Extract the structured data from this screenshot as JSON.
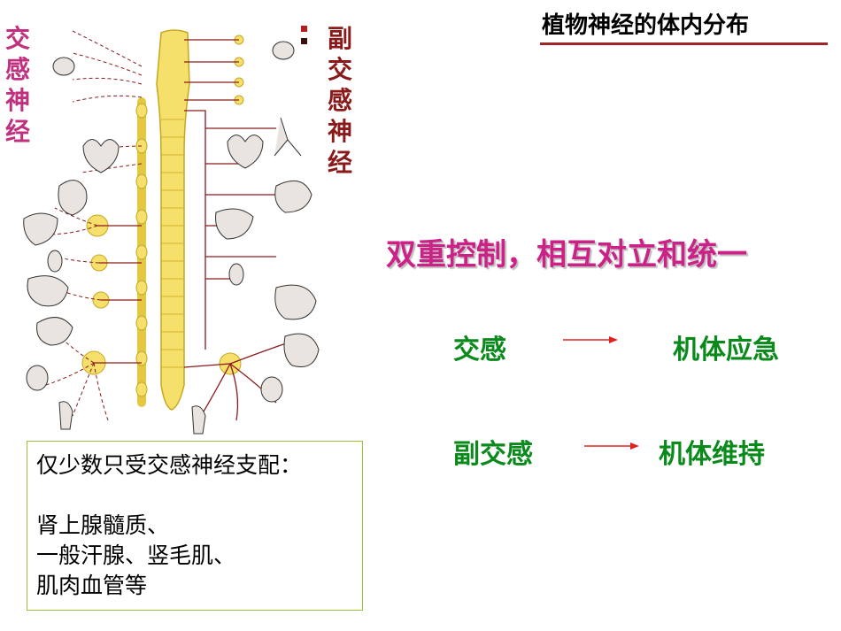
{
  "title": "植物神经的体内分布",
  "labels": {
    "sympathetic": [
      "交",
      "感",
      "神",
      "经"
    ],
    "parasympathetic": [
      "副",
      "交",
      "感",
      "神",
      "经"
    ]
  },
  "subtitle": "双重控制，相互对立和统一",
  "rows": [
    {
      "left": "交感",
      "right": "机体应急"
    },
    {
      "left": "副交感",
      "right": "机体维持"
    }
  ],
  "note": {
    "heading": "仅少数只受交感神经支配：",
    "lines": [
      "肾上腺髓质、",
      "一般汗腺、竖毛肌、",
      "肌肉血管等"
    ]
  },
  "colors": {
    "title_rule": "#a0242a",
    "sympathetic": "#c0307f",
    "parasympathetic": "#8a1a1a",
    "subtitle": "#cc2288",
    "effect_text": "#0a8a1a",
    "arrow": "#e02020",
    "note_border": "#9ac23c"
  }
}
